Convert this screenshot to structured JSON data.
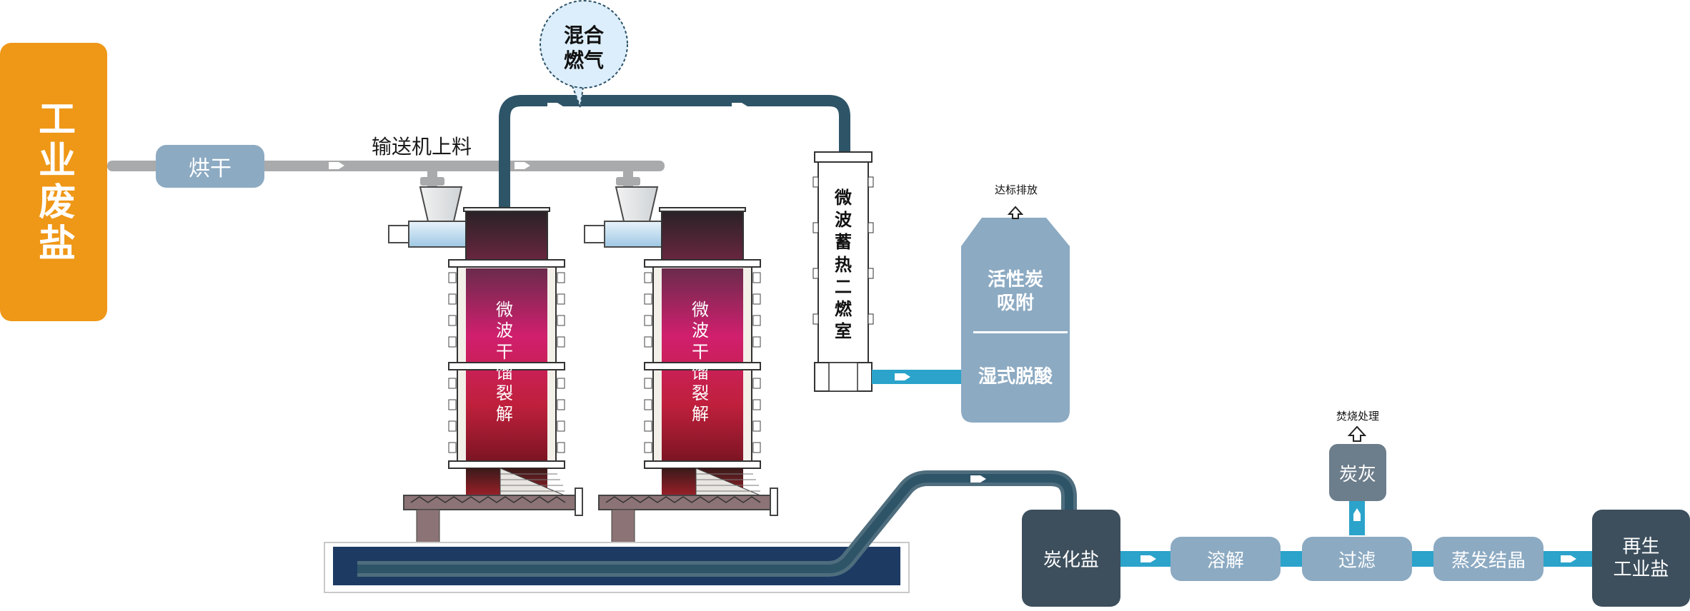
{
  "source": {
    "label": "工业废盐",
    "color": "#ef9717"
  },
  "dry": {
    "label": "烘干"
  },
  "conveyor": {
    "label": "输送机上料"
  },
  "gas": {
    "label_line1": "混合",
    "label_line2": "燃气"
  },
  "reactors": [
    {
      "chars": [
        "微",
        "波",
        "干",
        "馏",
        "裂",
        "解"
      ]
    },
    {
      "chars": [
        "微",
        "波",
        "干",
        "馏",
        "裂",
        "解"
      ]
    }
  ],
  "afterburner": {
    "chars": [
      "微",
      "波",
      "蓄",
      "热",
      "二",
      "燃",
      "室"
    ]
  },
  "tower": {
    "top_line1": "活性炭",
    "top_line2": "吸附",
    "bottom": "湿式脱酸",
    "exhaust": "达标排放"
  },
  "salt_chain": {
    "carbon_salt": "炭化盐",
    "dissolve": "溶解",
    "filter": "过滤",
    "evaporate": "蒸发结晶",
    "regen_line1": "再生",
    "regen_line2": "工业盐",
    "ash": "炭灰",
    "incinerate": "焚烧处理"
  },
  "colors": {
    "pipe_gray": "#a9aaab",
    "pipe_dark": "#2e5468",
    "pipe_blue": "#2ba3cb",
    "box_light": "#8caac2",
    "box_dark": "#3d4f5d",
    "box_mid": "#6c7d8b"
  }
}
